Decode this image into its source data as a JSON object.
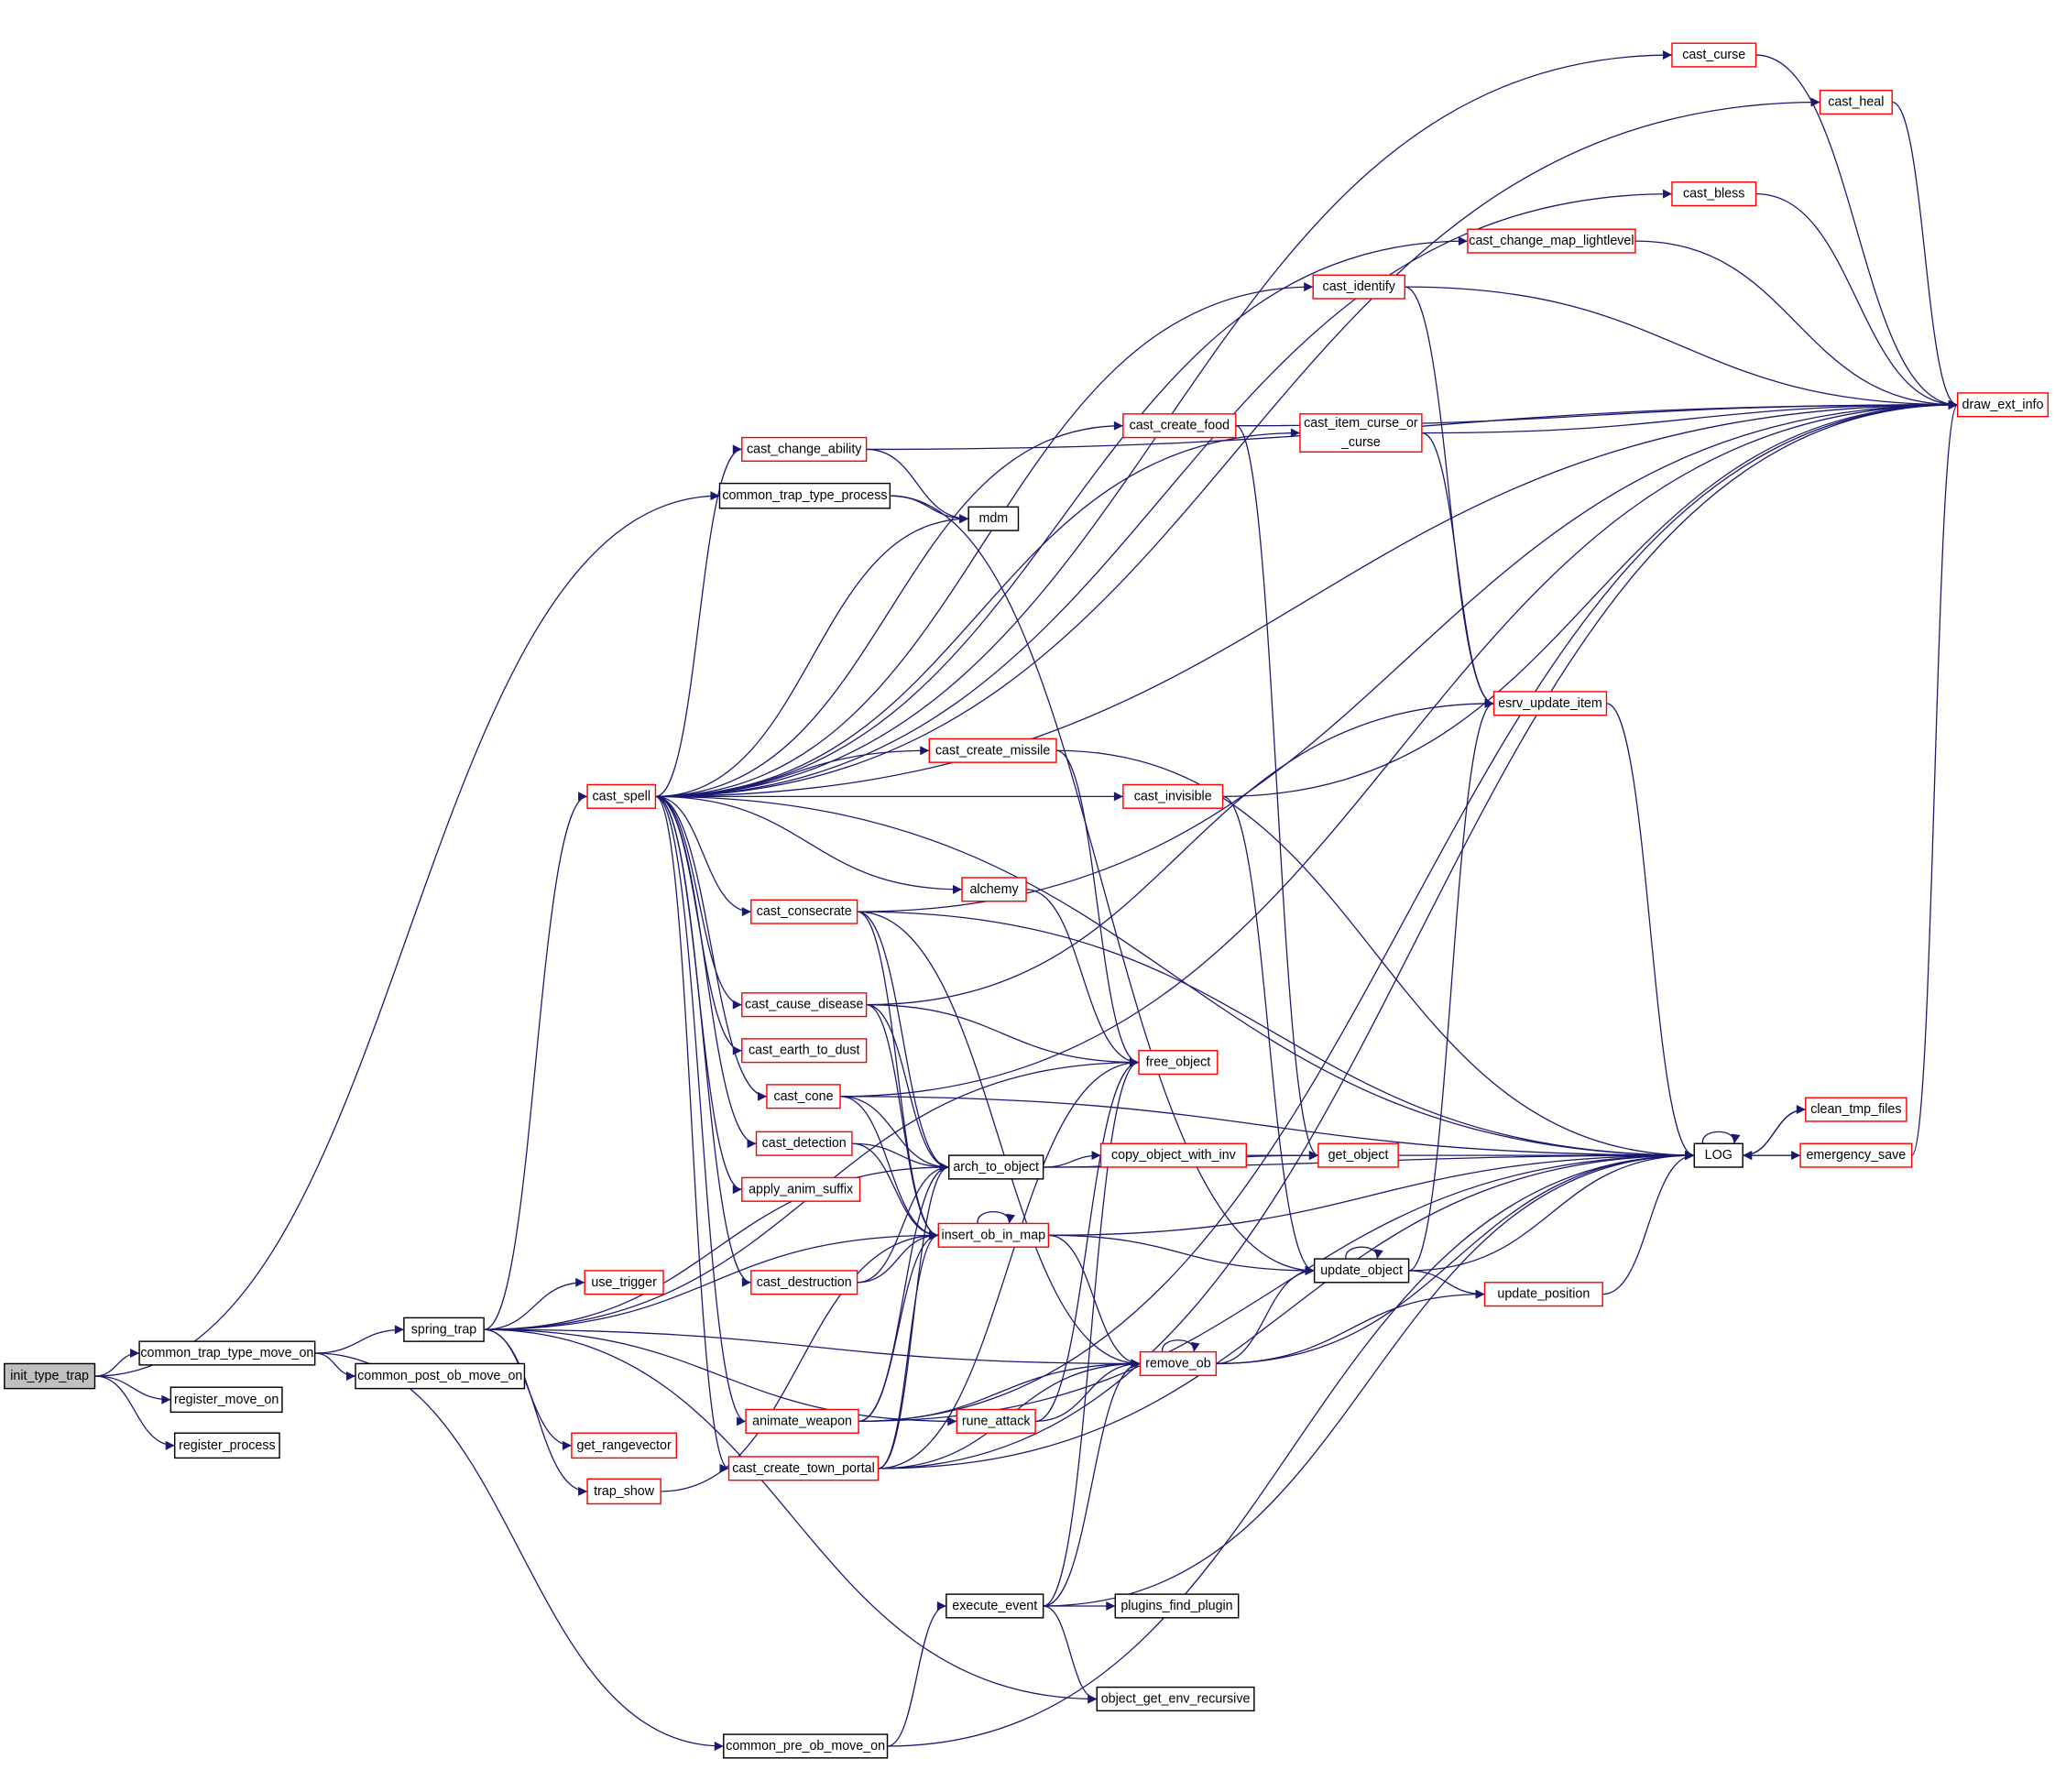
{
  "colors": {
    "edge": "#191970",
    "red_border": "#ff0000",
    "black_border": "#000000",
    "root_fill": "#bfbfbf"
  },
  "nodes": [
    {
      "id": "init_type_trap",
      "label": [
        "init_type_trap"
      ],
      "kind": "root"
    },
    {
      "id": "common_trap_type_move_on",
      "label": [
        "common_trap_type_move_on"
      ],
      "kind": "black"
    },
    {
      "id": "register_move_on",
      "label": [
        "register_move_on"
      ],
      "kind": "black"
    },
    {
      "id": "register_process",
      "label": [
        "register_process"
      ],
      "kind": "black"
    },
    {
      "id": "spring_trap",
      "label": [
        "spring_trap"
      ],
      "kind": "black"
    },
    {
      "id": "common_post_ob_move_on",
      "label": [
        "common_post_ob_move_on"
      ],
      "kind": "black"
    },
    {
      "id": "use_trigger",
      "label": [
        "use_trigger"
      ],
      "kind": "red"
    },
    {
      "id": "get_rangevector",
      "label": [
        "get_rangevector"
      ],
      "kind": "red"
    },
    {
      "id": "trap_show",
      "label": [
        "trap_show"
      ],
      "kind": "red"
    },
    {
      "id": "cast_spell",
      "label": [
        "cast_spell"
      ],
      "kind": "red"
    },
    {
      "id": "common_trap_type_process",
      "label": [
        "common_trap_type_process"
      ],
      "kind": "black"
    },
    {
      "id": "mdm",
      "label": [
        "mdm"
      ],
      "kind": "black"
    },
    {
      "id": "cast_change_ability",
      "label": [
        "cast_change_ability"
      ],
      "kind": "red"
    },
    {
      "id": "cast_curse",
      "label": [
        "cast_curse"
      ],
      "kind": "red"
    },
    {
      "id": "cast_heal",
      "label": [
        "cast_heal"
      ],
      "kind": "red"
    },
    {
      "id": "cast_bless",
      "label": [
        "cast_bless"
      ],
      "kind": "red"
    },
    {
      "id": "cast_change_map_lightlevel",
      "label": [
        "cast_change_map_lightlevel"
      ],
      "kind": "red"
    },
    {
      "id": "cast_identify",
      "label": [
        "cast_identify"
      ],
      "kind": "red"
    },
    {
      "id": "cast_create_food",
      "label": [
        "cast_create_food"
      ],
      "kind": "red"
    },
    {
      "id": "cast_item_curse_or_curse",
      "label": [
        "cast_item_curse_or",
        "_curse"
      ],
      "kind": "red"
    },
    {
      "id": "draw_ext_info",
      "label": [
        "draw_ext_info"
      ],
      "kind": "red"
    },
    {
      "id": "esrv_update_item",
      "label": [
        "esrv_update_item"
      ],
      "kind": "red"
    },
    {
      "id": "cast_create_missile",
      "label": [
        "cast_create_missile"
      ],
      "kind": "red"
    },
    {
      "id": "cast_invisible",
      "label": [
        "cast_invisible"
      ],
      "kind": "red"
    },
    {
      "id": "alchemy",
      "label": [
        "alchemy"
      ],
      "kind": "red"
    },
    {
      "id": "cast_consecrate",
      "label": [
        "cast_consecrate"
      ],
      "kind": "red"
    },
    {
      "id": "cast_cause_disease",
      "label": [
        "cast_cause_disease"
      ],
      "kind": "red"
    },
    {
      "id": "cast_earth_to_dust",
      "label": [
        "cast_earth_to_dust"
      ],
      "kind": "red"
    },
    {
      "id": "free_object",
      "label": [
        "free_object"
      ],
      "kind": "red"
    },
    {
      "id": "cast_cone",
      "label": [
        "cast_cone"
      ],
      "kind": "red"
    },
    {
      "id": "cast_detection",
      "label": [
        "cast_detection"
      ],
      "kind": "red"
    },
    {
      "id": "arch_to_object",
      "label": [
        "arch_to_object"
      ],
      "kind": "black"
    },
    {
      "id": "copy_object_with_inv",
      "label": [
        "copy_object_with_inv"
      ],
      "kind": "red"
    },
    {
      "id": "get_object",
      "label": [
        "get_object"
      ],
      "kind": "red"
    },
    {
      "id": "LOG",
      "label": [
        "LOG"
      ],
      "kind": "black"
    },
    {
      "id": "clean_tmp_files",
      "label": [
        "clean_tmp_files"
      ],
      "kind": "red"
    },
    {
      "id": "emergency_save",
      "label": [
        "emergency_save"
      ],
      "kind": "red"
    },
    {
      "id": "apply_anim_suffix",
      "label": [
        "apply_anim_suffix"
      ],
      "kind": "red"
    },
    {
      "id": "insert_ob_in_map",
      "label": [
        "insert_ob_in_map"
      ],
      "kind": "red"
    },
    {
      "id": "update_object",
      "label": [
        "update_object"
      ],
      "kind": "black"
    },
    {
      "id": "cast_destruction",
      "label": [
        "cast_destruction"
      ],
      "kind": "red"
    },
    {
      "id": "update_position",
      "label": [
        "update_position"
      ],
      "kind": "red"
    },
    {
      "id": "remove_ob",
      "label": [
        "remove_ob"
      ],
      "kind": "red"
    },
    {
      "id": "animate_weapon",
      "label": [
        "animate_weapon"
      ],
      "kind": "red"
    },
    {
      "id": "rune_attack",
      "label": [
        "rune_attack"
      ],
      "kind": "red"
    },
    {
      "id": "cast_create_town_portal",
      "label": [
        "cast_create_town_portal"
      ],
      "kind": "red"
    },
    {
      "id": "execute_event",
      "label": [
        "execute_event"
      ],
      "kind": "black"
    },
    {
      "id": "plugins_find_plugin",
      "label": [
        "plugins_find_plugin"
      ],
      "kind": "black"
    },
    {
      "id": "object_get_env_recursive",
      "label": [
        "object_get_env_recursive"
      ],
      "kind": "black"
    },
    {
      "id": "common_pre_ob_move_on",
      "label": [
        "common_pre_ob_move_on"
      ],
      "kind": "black"
    }
  ],
  "edges": [
    [
      "init_type_trap",
      "common_trap_type_move_on"
    ],
    [
      "init_type_trap",
      "register_move_on"
    ],
    [
      "init_type_trap",
      "register_process"
    ],
    [
      "init_type_trap",
      "common_trap_type_process"
    ],
    [
      "common_trap_type_move_on",
      "spring_trap"
    ],
    [
      "common_trap_type_move_on",
      "common_post_ob_move_on"
    ],
    [
      "common_trap_type_move_on",
      "common_pre_ob_move_on"
    ],
    [
      "spring_trap",
      "cast_spell"
    ],
    [
      "spring_trap",
      "use_trigger"
    ],
    [
      "spring_trap",
      "get_rangevector"
    ],
    [
      "spring_trap",
      "trap_show"
    ],
    [
      "spring_trap",
      "arch_to_object"
    ],
    [
      "spring_trap",
      "insert_ob_in_map"
    ],
    [
      "spring_trap",
      "free_object"
    ],
    [
      "spring_trap",
      "remove_ob"
    ],
    [
      "spring_trap",
      "rune_attack"
    ],
    [
      "spring_trap",
      "object_get_env_recursive"
    ],
    [
      "cast_spell",
      "cast_curse"
    ],
    [
      "cast_spell",
      "cast_heal"
    ],
    [
      "cast_spell",
      "cast_bless"
    ],
    [
      "cast_spell",
      "cast_change_map_lightlevel"
    ],
    [
      "cast_spell",
      "cast_identify"
    ],
    [
      "cast_spell",
      "cast_create_food"
    ],
    [
      "cast_spell",
      "cast_item_curse_or_curse"
    ],
    [
      "cast_spell",
      "cast_change_ability"
    ],
    [
      "cast_spell",
      "mdm"
    ],
    [
      "cast_spell",
      "draw_ext_info"
    ],
    [
      "cast_spell",
      "cast_create_missile"
    ],
    [
      "cast_spell",
      "cast_invisible"
    ],
    [
      "cast_spell",
      "alchemy"
    ],
    [
      "cast_spell",
      "cast_consecrate"
    ],
    [
      "cast_spell",
      "cast_cause_disease"
    ],
    [
      "cast_spell",
      "cast_earth_to_dust"
    ],
    [
      "cast_spell",
      "cast_cone"
    ],
    [
      "cast_spell",
      "cast_detection"
    ],
    [
      "cast_spell",
      "apply_anim_suffix"
    ],
    [
      "cast_spell",
      "cast_destruction"
    ],
    [
      "cast_spell",
      "animate_weapon"
    ],
    [
      "cast_spell",
      "cast_create_town_portal"
    ],
    [
      "cast_spell",
      "LOG"
    ],
    [
      "common_trap_type_process",
      "mdm"
    ],
    [
      "common_trap_type_process",
      "update_object"
    ],
    [
      "cast_change_ability",
      "mdm"
    ],
    [
      "cast_change_ability",
      "draw_ext_info"
    ],
    [
      "cast_curse",
      "draw_ext_info"
    ],
    [
      "cast_heal",
      "draw_ext_info"
    ],
    [
      "cast_bless",
      "draw_ext_info"
    ],
    [
      "cast_change_map_lightlevel",
      "draw_ext_info"
    ],
    [
      "cast_identify",
      "draw_ext_info"
    ],
    [
      "cast_identify",
      "esrv_update_item"
    ],
    [
      "cast_create_food",
      "draw_ext_info"
    ],
    [
      "cast_create_food",
      "get_object"
    ],
    [
      "cast_item_curse_or_curse",
      "draw_ext_info"
    ],
    [
      "cast_item_curse_or_curse",
      "esrv_update_item"
    ],
    [
      "esrv_update_item",
      "LOG"
    ],
    [
      "cast_create_missile",
      "LOG"
    ],
    [
      "cast_create_missile",
      "free_object"
    ],
    [
      "cast_invisible",
      "draw_ext_info"
    ],
    [
      "cast_invisible",
      "update_object"
    ],
    [
      "alchemy",
      "free_object"
    ],
    [
      "cast_consecrate",
      "draw_ext_info"
    ],
    [
      "cast_consecrate",
      "LOG"
    ],
    [
      "cast_consecrate",
      "arch_to_object"
    ],
    [
      "cast_consecrate",
      "insert_ob_in_map"
    ],
    [
      "cast_consecrate",
      "remove_ob"
    ],
    [
      "cast_cause_disease",
      "free_object"
    ],
    [
      "cast_cause_disease",
      "esrv_update_item"
    ],
    [
      "cast_cause_disease",
      "arch_to_object"
    ],
    [
      "cast_cause_disease",
      "insert_ob_in_map"
    ],
    [
      "cast_cone",
      "LOG"
    ],
    [
      "cast_cone",
      "arch_to_object"
    ],
    [
      "cast_cone",
      "insert_ob_in_map"
    ],
    [
      "cast_cone",
      "draw_ext_info"
    ],
    [
      "cast_detection",
      "arch_to_object"
    ],
    [
      "cast_detection",
      "insert_ob_in_map"
    ],
    [
      "arch_to_object",
      "copy_object_with_inv"
    ],
    [
      "arch_to_object",
      "get_object"
    ],
    [
      "arch_to_object",
      "LOG"
    ],
    [
      "copy_object_with_inv",
      "get_object"
    ],
    [
      "get_object",
      "LOG"
    ],
    [
      "LOG",
      "LOG"
    ],
    [
      "LOG",
      "clean_tmp_files"
    ],
    [
      "clean_tmp_files",
      "LOG"
    ],
    [
      "LOG",
      "emergency_save"
    ],
    [
      "emergency_save",
      "LOG"
    ],
    [
      "emergency_save",
      "draw_ext_info"
    ],
    [
      "insert_ob_in_map",
      "insert_ob_in_map"
    ],
    [
      "insert_ob_in_map",
      "LOG"
    ],
    [
      "insert_ob_in_map",
      "update_object"
    ],
    [
      "insert_ob_in_map",
      "remove_ob"
    ],
    [
      "update_object",
      "update_object"
    ],
    [
      "update_object",
      "esrv_update_item"
    ],
    [
      "update_object",
      "LOG"
    ],
    [
      "update_object",
      "update_position"
    ],
    [
      "update_position",
      "LOG"
    ],
    [
      "cast_destruction",
      "arch_to_object"
    ],
    [
      "cast_destruction",
      "insert_ob_in_map"
    ],
    [
      "remove_ob",
      "remove_ob"
    ],
    [
      "remove_ob",
      "update_object"
    ],
    [
      "remove_ob",
      "update_position"
    ],
    [
      "remove_ob",
      "LOG"
    ],
    [
      "animate_weapon",
      "arch_to_object"
    ],
    [
      "animate_weapon",
      "insert_ob_in_map"
    ],
    [
      "animate_weapon",
      "remove_ob"
    ],
    [
      "animate_weapon",
      "LOG"
    ],
    [
      "animate_weapon",
      "draw_ext_info"
    ],
    [
      "rune_attack",
      "remove_ob"
    ],
    [
      "rune_attack",
      "free_object"
    ],
    [
      "cast_create_town_portal",
      "arch_to_object"
    ],
    [
      "cast_create_town_portal",
      "insert_ob_in_map"
    ],
    [
      "cast_create_town_portal",
      "remove_ob"
    ],
    [
      "cast_create_town_portal",
      "free_object"
    ],
    [
      "cast_create_town_portal",
      "LOG"
    ],
    [
      "cast_create_town_portal",
      "draw_ext_info"
    ],
    [
      "execute_event",
      "plugins_find_plugin"
    ],
    [
      "execute_event",
      "object_get_env_recursive"
    ],
    [
      "execute_event",
      "free_object"
    ],
    [
      "execute_event",
      "remove_ob"
    ],
    [
      "execute_event",
      "LOG"
    ],
    [
      "common_pre_ob_move_on",
      "execute_event"
    ],
    [
      "common_pre_ob_move_on",
      "LOG"
    ],
    [
      "trap_show",
      "insert_ob_in_map"
    ]
  ]
}
